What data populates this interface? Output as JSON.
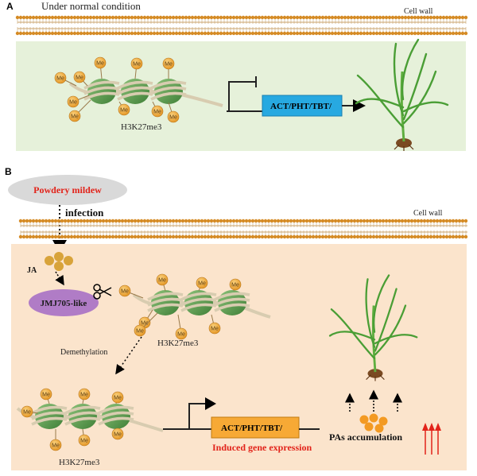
{
  "panel_a": {
    "letter": "A",
    "condition": "Under normal condition",
    "cell_wall": "Cell wall",
    "histone_label": "H3K27me3",
    "gene_label": "ACT/PHT/TBT/",
    "me_label": "Me"
  },
  "panel_b": {
    "letter": "B",
    "pathogen": "Powdery mildew",
    "infection": "infection",
    "cell_wall": "Cell wall",
    "ja": "JA",
    "enzyme": "JMJ705-like",
    "histone_label_top": "H3K27me3",
    "demethylation": "Demethylation",
    "histone_label_bottom": "H3K27me3",
    "gene_label": "ACT/PHT/TBT/",
    "induced": "Induced gene expression",
    "pas": "PAs accumulation",
    "me_label": "Me"
  },
  "colors": {
    "panel_a_bg": "#e6f1da",
    "panel_b_bg": "#fbe4cc",
    "gene_box_a": "#27a9e1",
    "gene_box_b": "#f7a935",
    "nucleosome": "#5d9c4c",
    "methyl": "#f1a93d",
    "enzyme": "#b07cc6",
    "mildew": "#d9d9d9",
    "red_text": "#e2231a",
    "membrane": "#d58b25"
  }
}
